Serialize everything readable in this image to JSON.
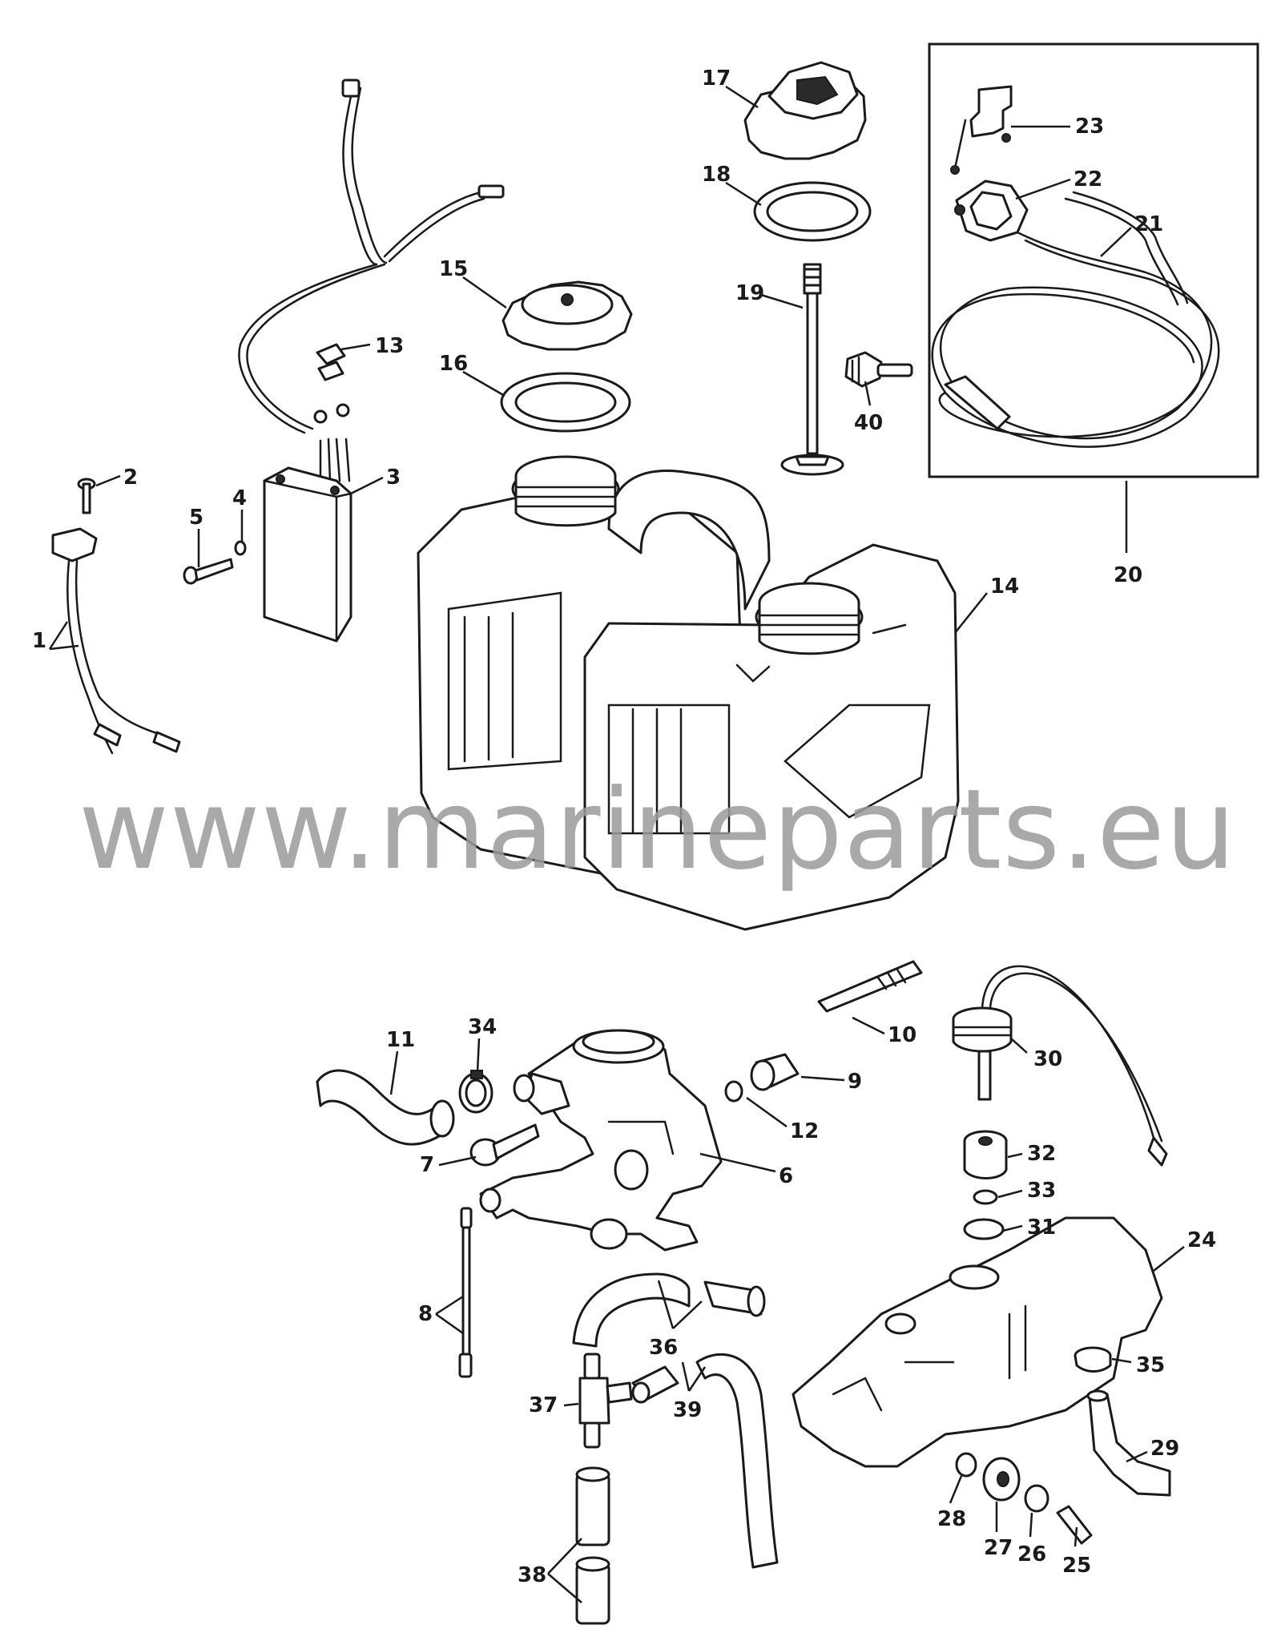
{
  "watermark": "www.marineparts.eu",
  "colors": {
    "line": "#1a1a1a",
    "watermark": "#9b9b9b",
    "background": "#ffffff"
  },
  "callouts": [
    {
      "id": "1",
      "label": "1"
    },
    {
      "id": "2",
      "label": "2"
    },
    {
      "id": "3",
      "label": "3"
    },
    {
      "id": "4",
      "label": "4"
    },
    {
      "id": "5",
      "label": "5"
    },
    {
      "id": "6",
      "label": "6"
    },
    {
      "id": "7",
      "label": "7"
    },
    {
      "id": "8",
      "label": "8"
    },
    {
      "id": "9",
      "label": "9"
    },
    {
      "id": "10",
      "label": "10"
    },
    {
      "id": "11",
      "label": "11"
    },
    {
      "id": "12",
      "label": "12"
    },
    {
      "id": "13",
      "label": "13"
    },
    {
      "id": "14",
      "label": "14"
    },
    {
      "id": "15",
      "label": "15"
    },
    {
      "id": "16",
      "label": "16"
    },
    {
      "id": "17",
      "label": "17"
    },
    {
      "id": "18",
      "label": "18"
    },
    {
      "id": "19",
      "label": "19"
    },
    {
      "id": "20",
      "label": "20"
    },
    {
      "id": "21",
      "label": "21"
    },
    {
      "id": "22",
      "label": "22"
    },
    {
      "id": "23",
      "label": "23"
    },
    {
      "id": "24",
      "label": "24"
    },
    {
      "id": "25",
      "label": "25"
    },
    {
      "id": "26",
      "label": "26"
    },
    {
      "id": "27",
      "label": "27"
    },
    {
      "id": "28",
      "label": "28"
    },
    {
      "id": "29",
      "label": "29"
    },
    {
      "id": "30",
      "label": "30"
    },
    {
      "id": "31",
      "label": "31"
    },
    {
      "id": "32",
      "label": "32"
    },
    {
      "id": "33",
      "label": "33"
    },
    {
      "id": "34",
      "label": "34"
    },
    {
      "id": "35",
      "label": "35"
    },
    {
      "id": "36",
      "label": "36"
    },
    {
      "id": "37",
      "label": "37"
    },
    {
      "id": "38",
      "label": "38"
    },
    {
      "id": "39",
      "label": "39"
    },
    {
      "id": "40",
      "label": "40"
    }
  ]
}
